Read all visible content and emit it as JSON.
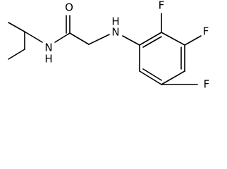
{
  "molecule": {
    "atoms": {
      "o1": "O",
      "n1": "N",
      "h1": "H",
      "n2": "N",
      "h2": "H",
      "f1": "F",
      "f2": "F",
      "f3": "F"
    }
  }
}
